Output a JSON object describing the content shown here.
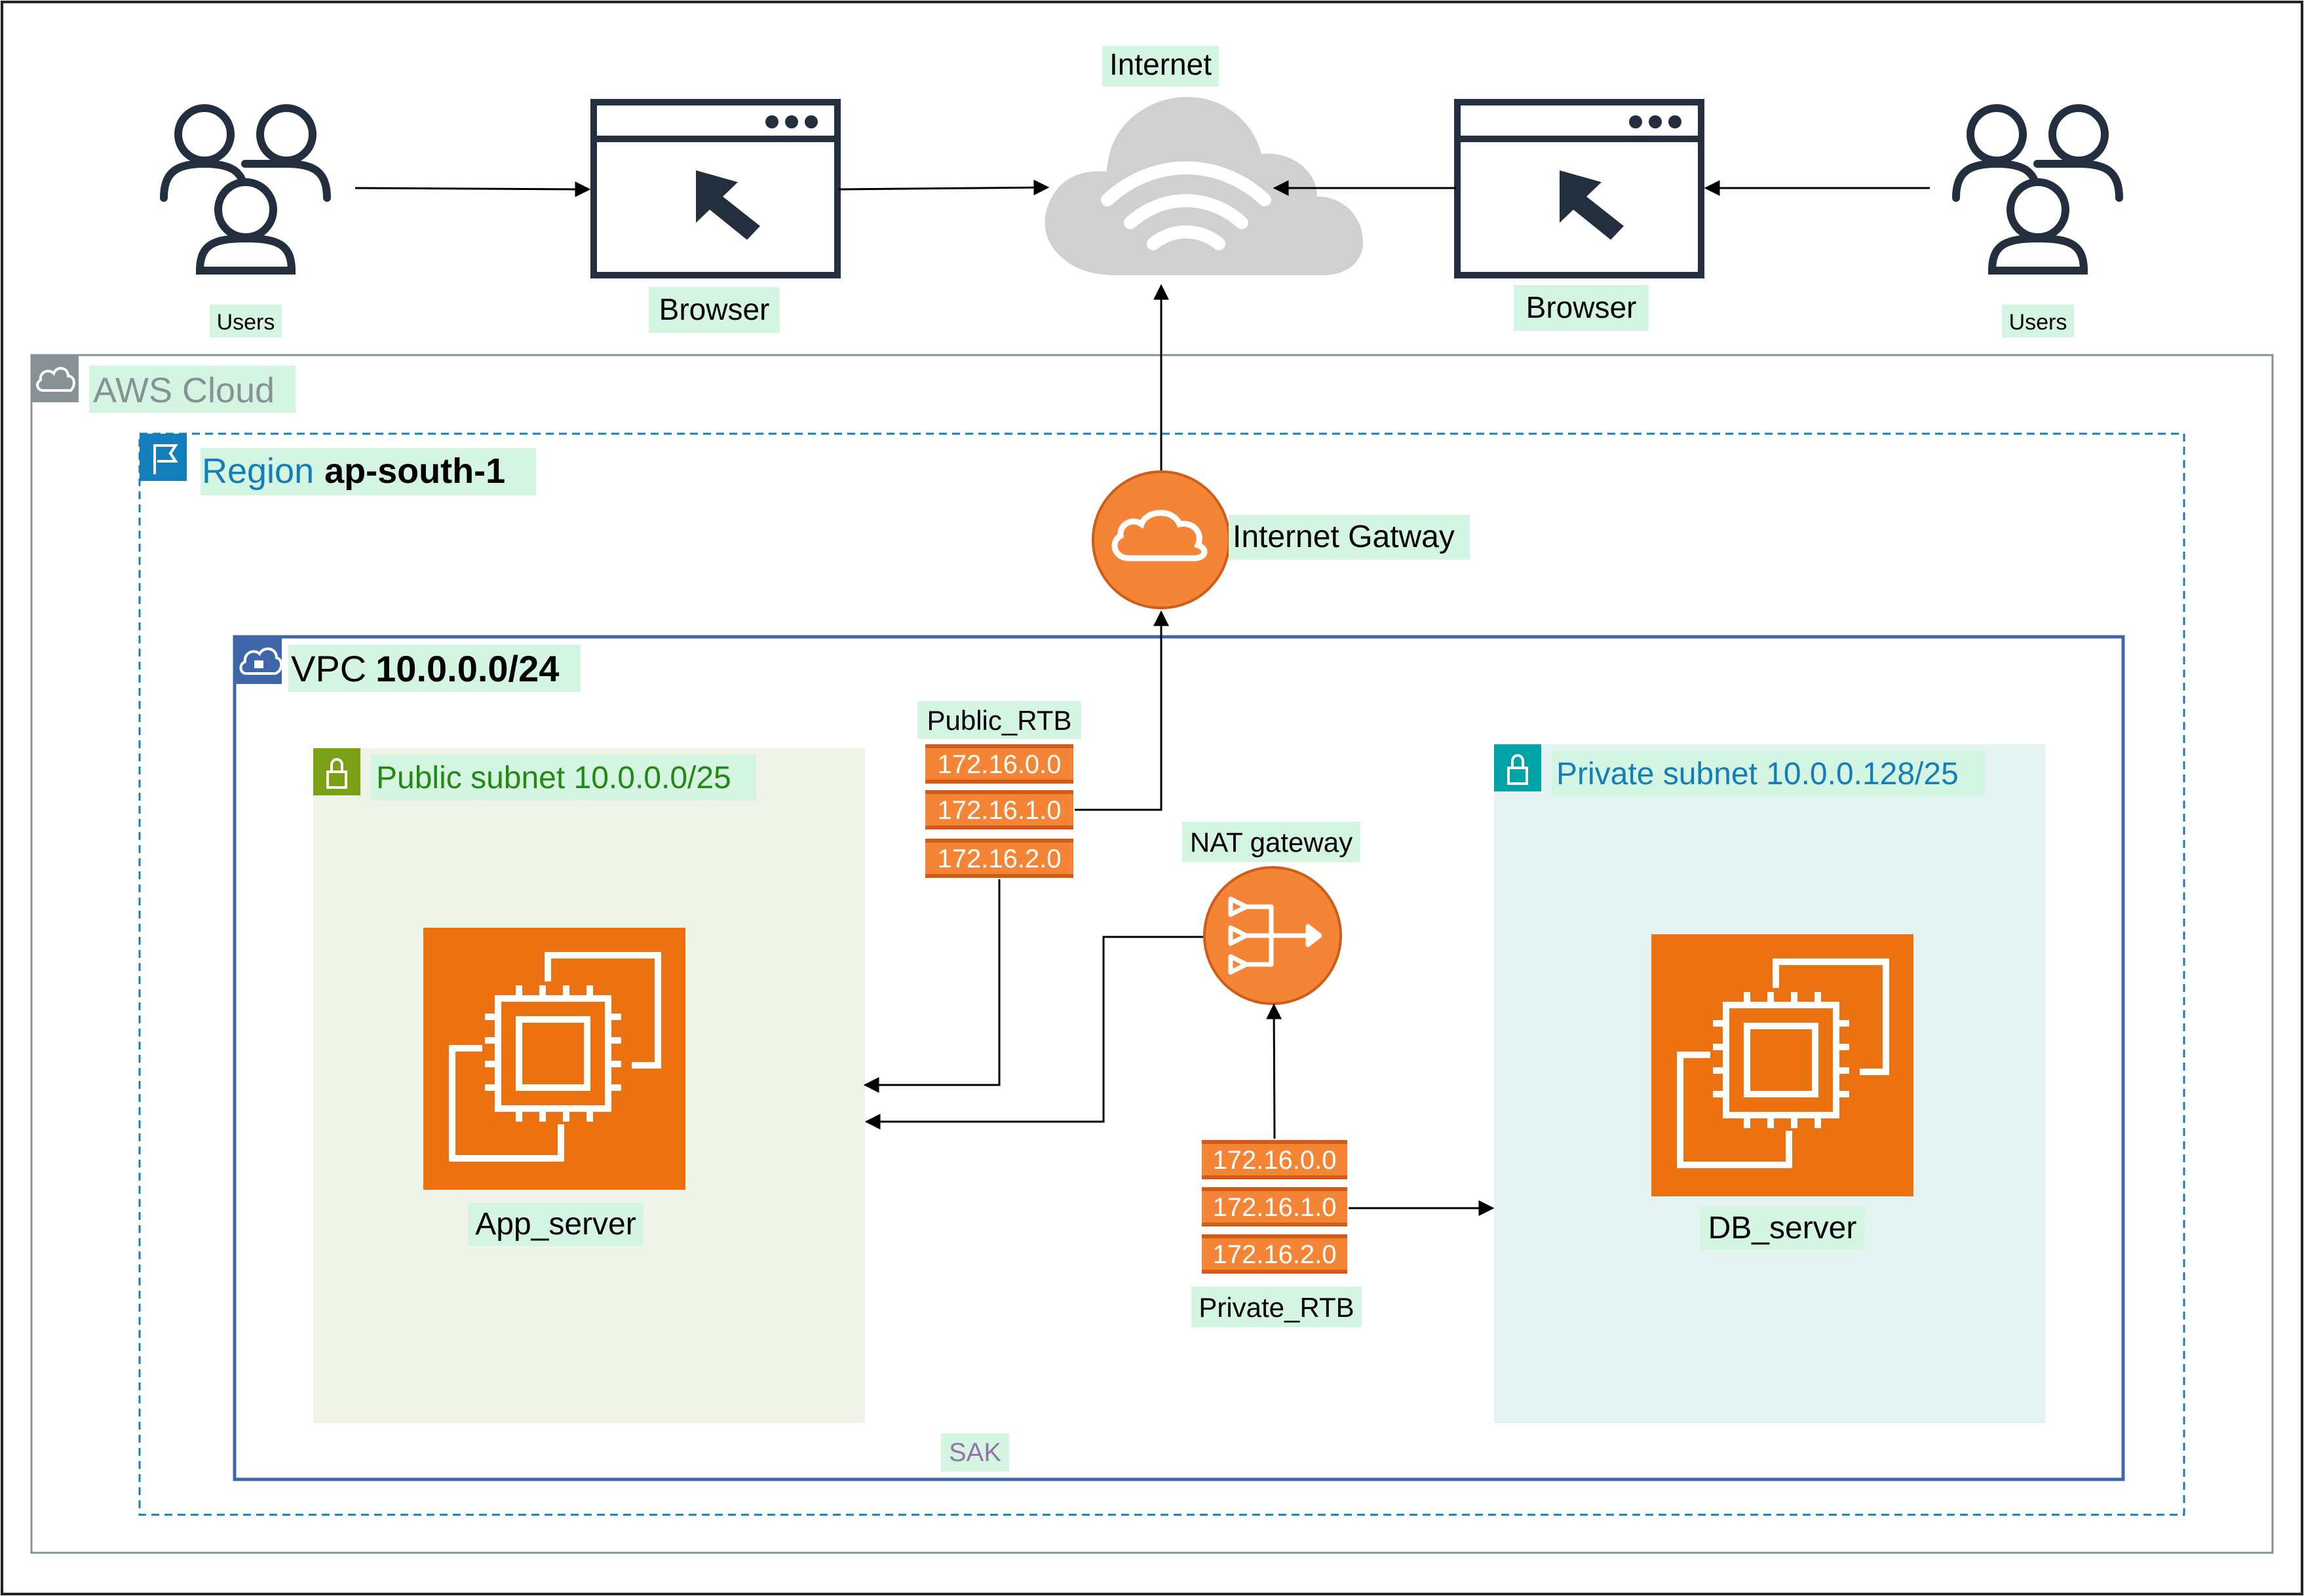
{
  "top": {
    "users_left": "Users",
    "users_right": "Users",
    "browser_left": "Browser",
    "browser_right": "Browser",
    "internet": "Internet"
  },
  "aws": {
    "cloud_label": "AWS Cloud",
    "region_prefix": "Region",
    "region_name": "ap-south-1",
    "igw_label": "Internet Gatway",
    "vpc_prefix": "VPC",
    "vpc_cidr": "10.0.0.0/24",
    "public_subnet": "Public subnet 10.0.0.0/25",
    "private_subnet": "Private subnet 10.0.0.128/25",
    "app_server": "App_server",
    "db_server": "DB_server",
    "nat_gateway": "NAT gateway",
    "public_rtb": {
      "label": "Public_RTB",
      "routes": [
        "172.16.0.0",
        "172.16.1.0",
        "172.16.2.0"
      ]
    },
    "private_rtb": {
      "label": "Private_RTB",
      "routes": [
        "172.16.0.0",
        "172.16.1.0",
        "172.16.2.0"
      ]
    },
    "signature": "SAK"
  },
  "colors": {
    "label_highlight": "#d5f5e3",
    "aws_cloud_border": "#879196",
    "region_border": "#147eba",
    "vpc_border": "#3f66a9",
    "public_subnet_fill": "#f0f3e7",
    "public_subnet_accent": "#7aa116",
    "public_subnet_text": "#248814",
    "private_subnet_fill": "#e5f4f3",
    "private_subnet_accent": "#00a4a6",
    "private_subnet_text": "#147eba",
    "ec2_orange": "#ec7211",
    "route_orange": "#f58536",
    "icon_dark": "#232f3e"
  }
}
